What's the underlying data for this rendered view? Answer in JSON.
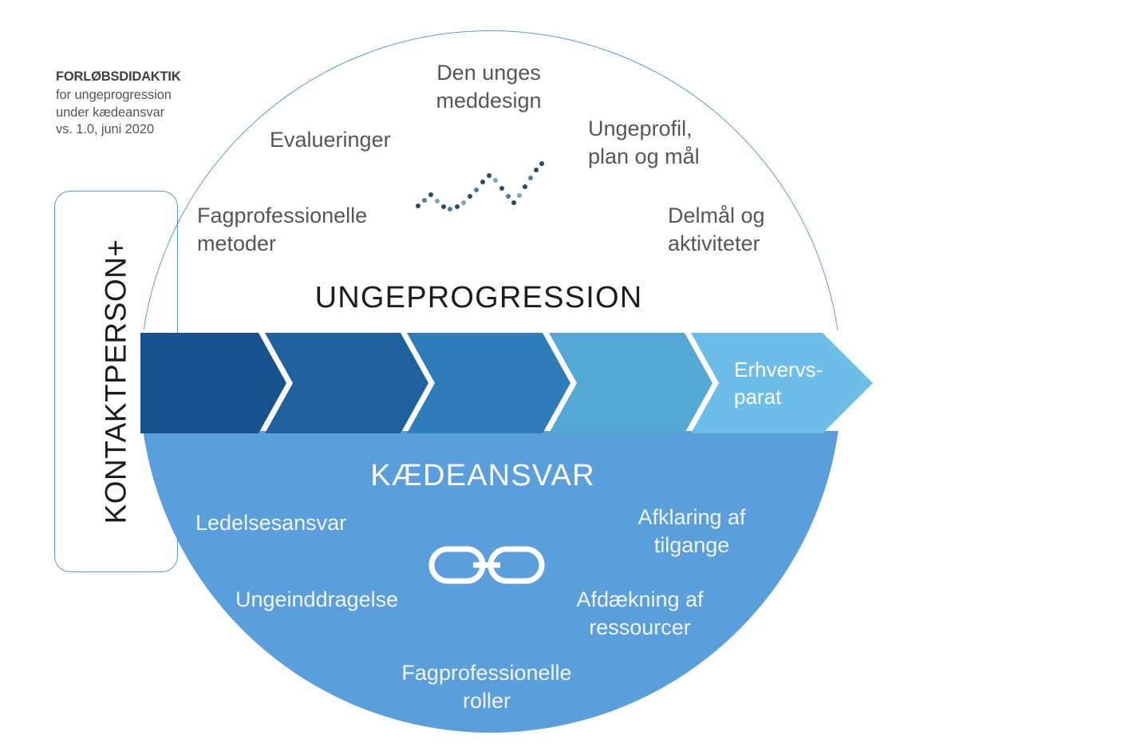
{
  "caption": {
    "title": "FORLØBSDIDAKTIK",
    "lines": [
      "for ungeprogression",
      "under kædeansvar",
      "vs. 1.0, juni 2020"
    ]
  },
  "sidebar": {
    "label": "KONTAKTPERSON+"
  },
  "upper_half": {
    "heading": "UNGEPROGRESSION",
    "labels": [
      {
        "id": "den-unges-meddesign",
        "line1": "Den unges",
        "line2": "meddesign"
      },
      {
        "id": "evalueringer",
        "line1": "Evalueringer",
        "line2": ""
      },
      {
        "id": "ungeprofil-plan-og-maal",
        "line1": "Ungeprofil,",
        "line2": "plan og mål"
      },
      {
        "id": "fagprofessionelle-metoder",
        "line1": "Fagprofessionelle",
        "line2": "metoder"
      },
      {
        "id": "delmaal-og-aktiviteter",
        "line1": "Delmål og",
        "line2": "aktiviteter"
      }
    ],
    "icon": "progress-sparkline-icon"
  },
  "progress_band": {
    "steps": [
      {
        "index": 1,
        "label": "",
        "color": "#17528f"
      },
      {
        "index": 2,
        "label": "",
        "color": "#1f619f"
      },
      {
        "index": 3,
        "label": "",
        "color": "#2f7cbb"
      },
      {
        "index": 4,
        "label": "",
        "color": "#55a8d4"
      },
      {
        "index": 5,
        "label": "Erhvervs-parat",
        "color": "#6cbde8"
      }
    ],
    "final_label_line1": "Erhvervs-",
    "final_label_line2": "parat"
  },
  "lower_half": {
    "heading": "KÆDEANSVAR",
    "fill_color": "#5a9edb",
    "labels": [
      {
        "id": "ledelsesansvar",
        "line1": "Ledelsesansvar",
        "line2": ""
      },
      {
        "id": "afklaring-af-tilgange",
        "line1": "Afklaring af",
        "line2": "tilgange"
      },
      {
        "id": "ungeinddragelse",
        "line1": "Ungeinddragelse",
        "line2": ""
      },
      {
        "id": "afdaekning-af-ressourcer",
        "line1": "Afdækning af",
        "line2": "ressourcer"
      },
      {
        "id": "fagprofessionelle-roller",
        "line1": "Fagprofessionelle",
        "line2": "roller"
      }
    ],
    "icon": "chain-link-icon"
  },
  "colors": {
    "outline": "#5b9bd5",
    "text_dark": "#55565a",
    "text_light": "#f2f7fc"
  }
}
